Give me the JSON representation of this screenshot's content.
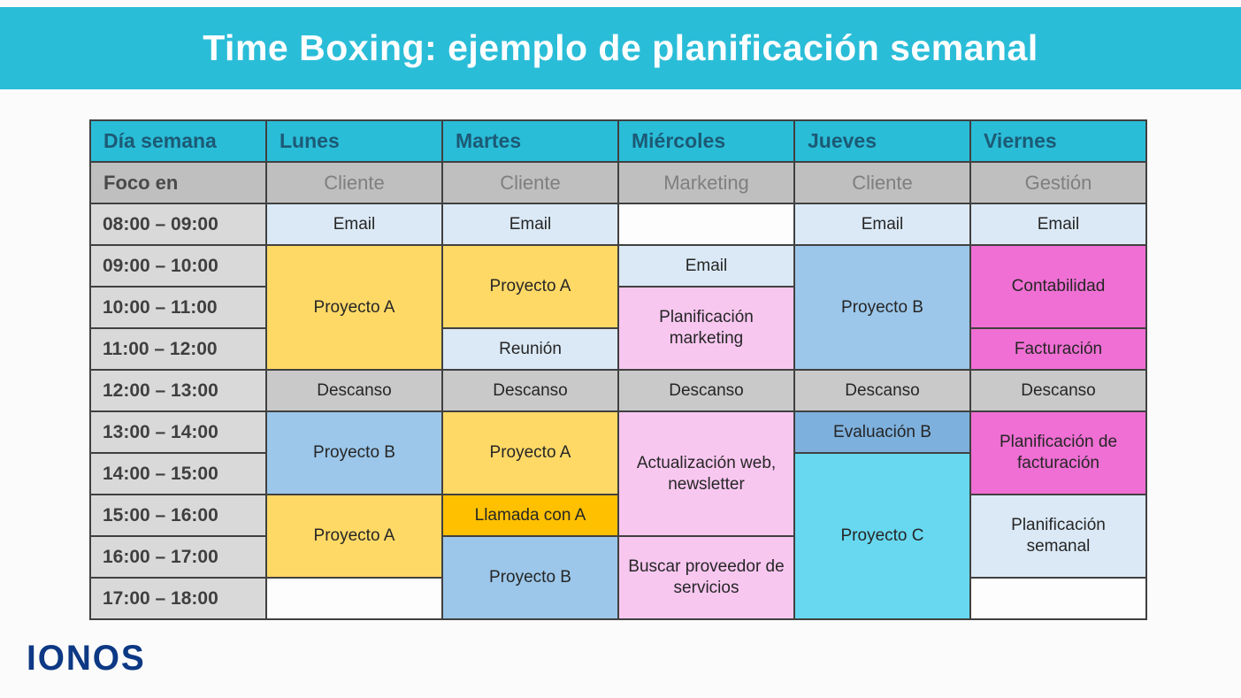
{
  "logo": {
    "text": "IONOS"
  },
  "colors": {
    "banner": "#2ABDD8",
    "header_text": "#1C5A75",
    "border": "#404040",
    "time_column_bg": "#D9D9D9",
    "focus_row_bg": "#BFBFBF",
    "break_gray": "#C9C9C9",
    "light_blue": "#DBE9F6",
    "medium_blue": "#9CC7EA",
    "steel_blue": "#7DB0DD",
    "yellow": "#FFD966",
    "orange": "#FFC000",
    "light_pink": "#F8C7F0",
    "magenta": "#F06FD4",
    "cyan": "#67D8F0",
    "logo_blue": "#0D3884"
  },
  "chart_data": {
    "type": "table",
    "title": "Time Boxing: ejemplo de planificación semanal",
    "columns": [
      "Día semana",
      "Lunes",
      "Martes",
      "Miércoles",
      "Jueves",
      "Viernes"
    ],
    "focus_row": [
      "Foco en",
      "Cliente",
      "Cliente",
      "Marketing",
      "Cliente",
      "Gestión"
    ],
    "time_slots": [
      "08:00 – 09:00",
      "09:00 – 10:00",
      "10:00 – 11:00",
      "11:00 – 12:00",
      "12:00 – 13:00",
      "13:00 – 14:00",
      "14:00 – 15:00",
      "15:00 – 16:00",
      "16:00 – 17:00",
      "17:00 – 18:00"
    ],
    "schedule": [
      {
        "day": "Lunes",
        "entries": [
          {
            "time": "08:00 – 09:00",
            "activity": "Email"
          },
          {
            "time": "09:00 – 12:00",
            "activity": "Proyecto A"
          },
          {
            "time": "12:00 – 13:00",
            "activity": "Descanso"
          },
          {
            "time": "13:00 – 15:00",
            "activity": "Proyecto B"
          },
          {
            "time": "15:00 – 17:00",
            "activity": "Proyecto A"
          },
          {
            "time": "17:00 – 18:00",
            "activity": ""
          }
        ]
      },
      {
        "day": "Martes",
        "entries": [
          {
            "time": "08:00 – 09:00",
            "activity": "Email"
          },
          {
            "time": "09:00 – 11:00",
            "activity": "Proyecto A"
          },
          {
            "time": "11:00 – 12:00",
            "activity": "Reunión"
          },
          {
            "time": "12:00 – 13:00",
            "activity": "Descanso"
          },
          {
            "time": "13:00 – 15:00",
            "activity": "Proyecto A"
          },
          {
            "time": "15:00 – 16:00",
            "activity": "Llamada con A"
          },
          {
            "time": "16:00 – 18:00",
            "activity": "Proyecto B"
          }
        ]
      },
      {
        "day": "Miércoles",
        "entries": [
          {
            "time": "08:00 – 09:00",
            "activity": ""
          },
          {
            "time": "09:00 – 10:00",
            "activity": "Email"
          },
          {
            "time": "10:00 – 12:00",
            "activity": "Planificación marketing"
          },
          {
            "time": "12:00 – 13:00",
            "activity": "Descanso"
          },
          {
            "time": "13:00 – 16:00",
            "activity": "Actualización web, newsletter"
          },
          {
            "time": "16:00 – 18:00",
            "activity": "Buscar proveedor de servicios"
          }
        ]
      },
      {
        "day": "Jueves",
        "entries": [
          {
            "time": "08:00 – 09:00",
            "activity": "Email"
          },
          {
            "time": "09:00 – 12:00",
            "activity": "Proyecto B"
          },
          {
            "time": "12:00 – 13:00",
            "activity": "Descanso"
          },
          {
            "time": "13:00 – 14:00",
            "activity": "Evaluación B"
          },
          {
            "time": "14:00 – 18:00",
            "activity": "Proyecto C"
          }
        ]
      },
      {
        "day": "Viernes",
        "entries": [
          {
            "time": "08:00 – 09:00",
            "activity": "Email"
          },
          {
            "time": "09:00 – 11:00",
            "activity": "Contabilidad"
          },
          {
            "time": "11:00 – 12:00",
            "activity": "Facturación"
          },
          {
            "time": "12:00 – 13:00",
            "activity": "Descanso"
          },
          {
            "time": "13:00 – 15:00",
            "activity": "Planificación de facturación"
          },
          {
            "time": "15:00 – 17:00",
            "activity": "Planificación semanal"
          },
          {
            "time": "17:00 – 18:00",
            "activity": ""
          }
        ]
      }
    ]
  }
}
